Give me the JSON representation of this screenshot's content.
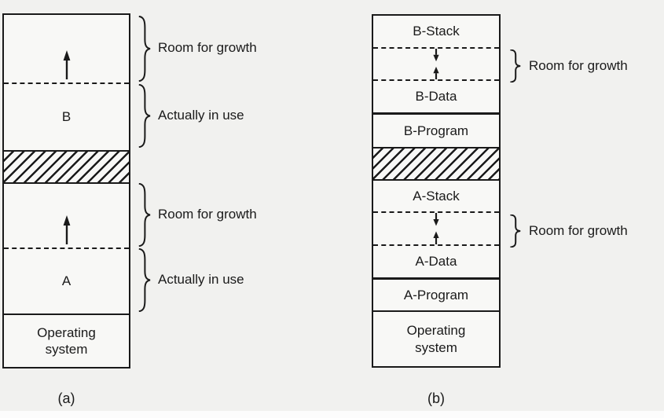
{
  "colors": {
    "page_bg": "#f1f1ef",
    "panel_bg": "#f8f8f6",
    "line": "#1a1a1a",
    "text": "#1a1a1a",
    "bottom_strip": "#fcfcfc"
  },
  "icons": {
    "up_arrow": "↑",
    "down_arrow": "↓",
    "right_brace": "}"
  },
  "diagram_a": {
    "caption": "(a)",
    "block_b_label": "B",
    "block_a_label": "A",
    "os_label": "Operating system",
    "annotations": {
      "growth_b": "Room for growth",
      "in_use_b": "Actually in use",
      "growth_a": "Room for growth",
      "in_use_a": "Actually in use"
    }
  },
  "diagram_b": {
    "caption": "(b)",
    "segments": {
      "b_stack": "B-Stack",
      "b_data": "B-Data",
      "b_program": "B-Program",
      "a_stack": "A-Stack",
      "a_data": "A-Data",
      "a_program": "A-Program",
      "os": "Operating system"
    },
    "annotations": {
      "growth_b": "Room for growth",
      "growth_a": "Room for growth"
    }
  }
}
